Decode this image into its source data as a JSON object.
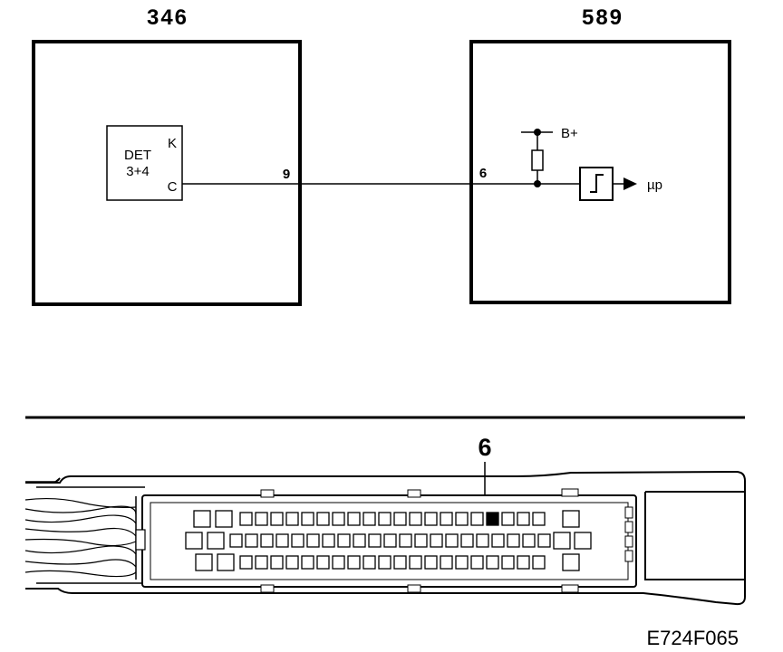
{
  "diagram": {
    "module_left": {
      "number": "346"
    },
    "module_right": {
      "number": "589"
    },
    "component": {
      "line1": "DET",
      "line2": "3+4",
      "terminal_k": "K",
      "terminal_c": "C"
    },
    "wire": {
      "pin_left": "9",
      "pin_right": "6"
    },
    "supply": {
      "label": "B+"
    },
    "output": {
      "label": "µp"
    },
    "connector": {
      "highlight_pin": "6"
    },
    "figure_code": "E724F065"
  }
}
